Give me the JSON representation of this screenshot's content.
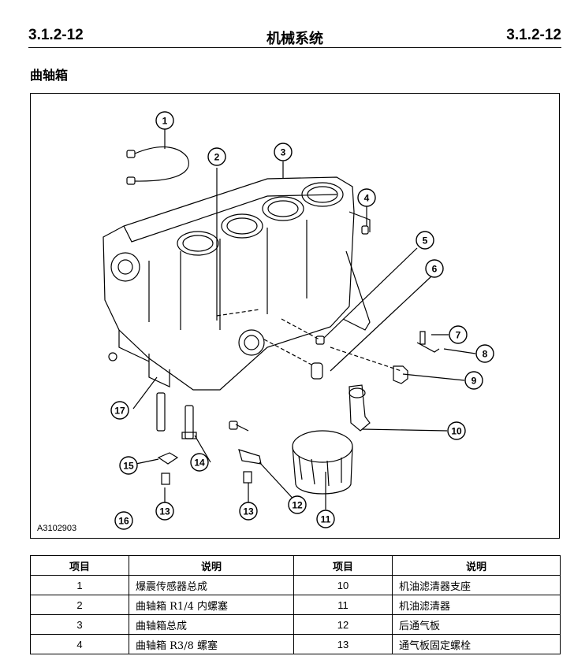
{
  "header": {
    "page_left": "3.1.2-12",
    "title": "机械系统",
    "page_right": "3.1.2-12"
  },
  "section": {
    "title": "曲轴箱"
  },
  "figure": {
    "code": "A3102903",
    "callouts": [
      "1",
      "2",
      "3",
      "4",
      "5",
      "6",
      "7",
      "8",
      "9",
      "10",
      "11",
      "12",
      "13",
      "13",
      "14",
      "15",
      "16",
      "17"
    ]
  },
  "table": {
    "headers": [
      "项目",
      "说明",
      "项目",
      "说明"
    ],
    "rows": [
      {
        "item_a": "1",
        "desc_a": "爆震传感器总成",
        "item_b": "10",
        "desc_b": "机油滤清器支座"
      },
      {
        "item_a": "2",
        "desc_a": "曲轴箱 R1/4 内螺塞",
        "item_b": "11",
        "desc_b": "机油滤清器"
      },
      {
        "item_a": "3",
        "desc_a": "曲轴箱总成",
        "item_b": "12",
        "desc_b": "后通气板"
      },
      {
        "item_a": "4",
        "desc_a": "曲轴箱 R3/8 螺塞",
        "item_b": "13",
        "desc_b": "通气板固定螺栓"
      }
    ]
  }
}
